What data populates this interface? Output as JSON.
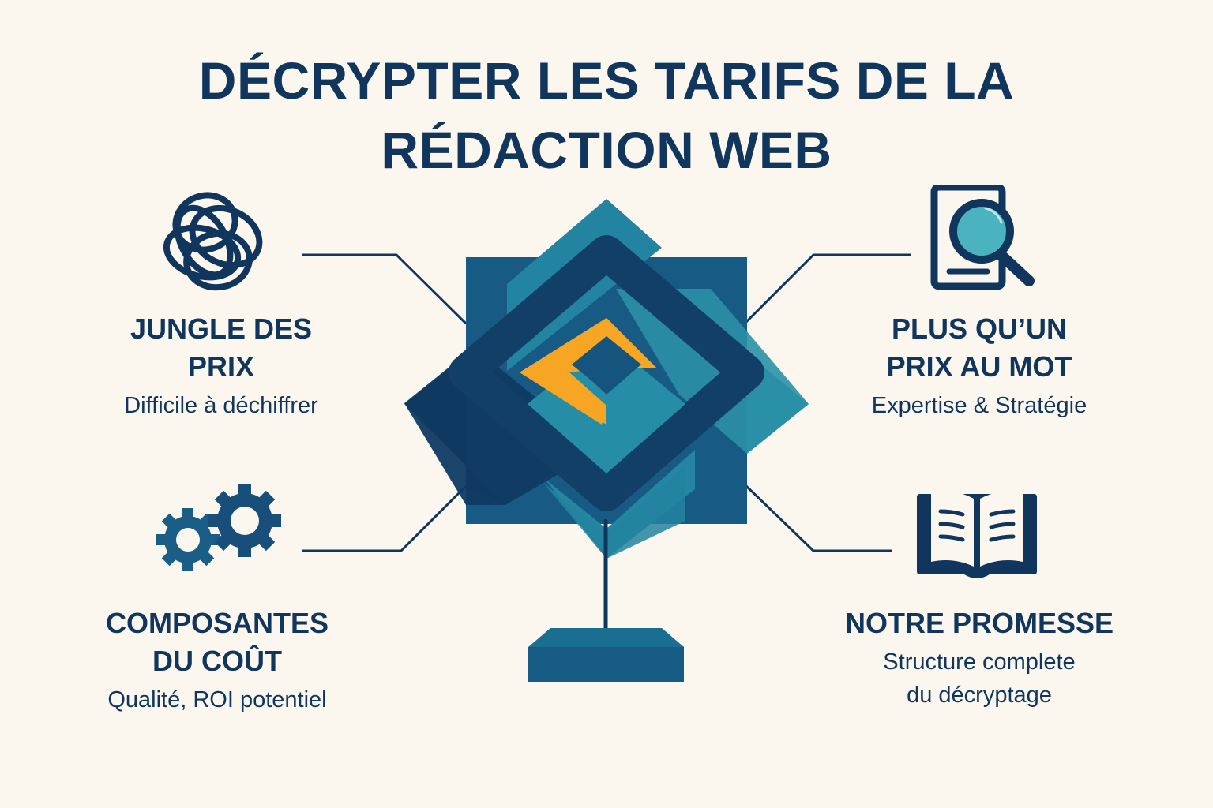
{
  "title": {
    "line1": "DÉCRYPTER LES TARIFS DE LA",
    "line2": "RÉDACTION WEB"
  },
  "colors": {
    "background": "#fbf7ee",
    "navy": "#10365e",
    "blue": "#175b84",
    "teal": "#258ea6",
    "dark_navy": "#0e3a5e",
    "orange": "#f6a623"
  },
  "center_graphic": {
    "icon": "geometric-interlocking-squares-logo-on-stand"
  },
  "items": [
    {
      "position": "top-left",
      "icon": "tangled-loops-icon",
      "heading_line1": "JUNGLE DES",
      "heading_line2": "PRIX",
      "subtitle_line1": "Difficile à déchiffrer"
    },
    {
      "position": "top-right",
      "icon": "document-magnifier-icon",
      "heading_line1": "PLUS QU’UN",
      "heading_line2": "PRIX AU MOT",
      "subtitle_line1": "Expertise & Stratégie"
    },
    {
      "position": "bottom-left",
      "icon": "gears-icon",
      "heading_line1": "COMPOSANTES",
      "heading_line2": "DU COÛT",
      "subtitle_line1": "Qualité, ROI potentiel"
    },
    {
      "position": "bottom-right",
      "icon": "open-book-icon",
      "heading_line1": "NOTRE PROMESSE",
      "subtitle_line1": "Structure complete",
      "subtitle_line2": "du décryptage"
    }
  ]
}
